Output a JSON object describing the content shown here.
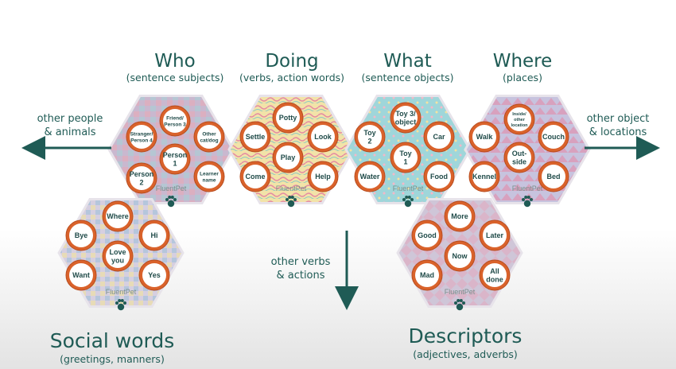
{
  "categories": {
    "who": {
      "title": "Who",
      "subtitle": "(sentence subjects)"
    },
    "doing": {
      "title": "Doing",
      "subtitle": "(verbs, action words)"
    },
    "what": {
      "title": "What",
      "subtitle": "(sentence objects)"
    },
    "where": {
      "title": "Where",
      "subtitle": "(places)"
    },
    "social": {
      "title": "Social words",
      "subtitle": "(greetings, manners)"
    },
    "descriptors": {
      "title": "Descriptors",
      "subtitle": "(adjectives, adverbs)"
    }
  },
  "side_notes": {
    "left": [
      "other people",
      "& animals"
    ],
    "right": [
      "other object",
      "& locations"
    ],
    "down": [
      "other verbs",
      "& actions"
    ]
  },
  "brand": "FluentPet",
  "colors": {
    "teal": "#1f5b55",
    "button_ring": "#d9622b",
    "who_tile": "#c9b8cf",
    "doing_tile": "#f2e3a8",
    "what_tile": "#9fd6da",
    "where_tile": "#c7c3de",
    "social_tile": "#d6cfe0",
    "desc_tile": "#cfc6d8"
  },
  "buttons": {
    "who": [
      [
        "Stranger/",
        "Person 4"
      ],
      [
        "Friend/",
        "Person 3"
      ],
      [
        "Other",
        "cat/dog"
      ],
      [
        "Person",
        "1"
      ],
      [
        "Person",
        "2"
      ],
      [
        "Learner",
        "name"
      ]
    ],
    "doing": [
      [
        "Potty"
      ],
      [
        "Settle"
      ],
      [
        "Look"
      ],
      [
        "Play"
      ],
      [
        "Come"
      ],
      [
        "Help"
      ]
    ],
    "what": [
      [
        "Toy 3/",
        "object"
      ],
      [
        "Toy",
        "2"
      ],
      [
        "Car"
      ],
      [
        "Toy",
        "1"
      ],
      [
        "Water"
      ],
      [
        "Food"
      ]
    ],
    "where": [
      [
        "Inside/",
        "other",
        "location"
      ],
      [
        "Walk"
      ],
      [
        "Couch"
      ],
      [
        "Out-",
        "side"
      ],
      [
        "Kennel"
      ],
      [
        "Bed"
      ]
    ],
    "social": [
      [
        "Where"
      ],
      [
        "Bye"
      ],
      [
        "Hi"
      ],
      [
        "Love",
        "you"
      ],
      [
        "Want"
      ],
      [
        "Yes"
      ]
    ],
    "descriptors": [
      [
        "More"
      ],
      [
        "Good"
      ],
      [
        "Later"
      ],
      [
        "Now"
      ],
      [
        "Mad"
      ],
      [
        "All",
        "done"
      ]
    ]
  }
}
